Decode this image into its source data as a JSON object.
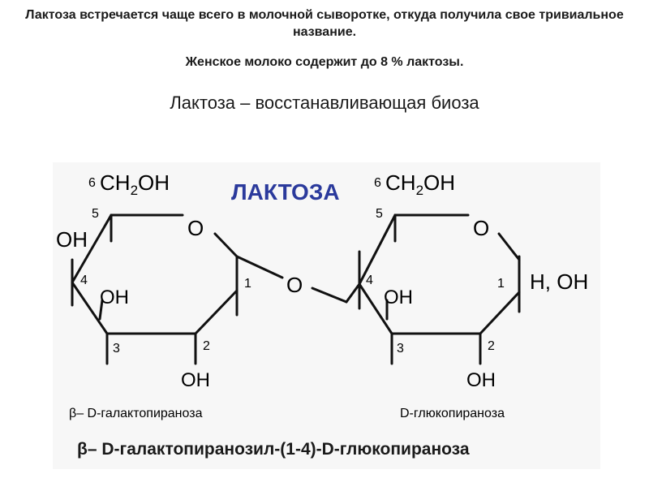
{
  "text": {
    "paragraph1": "Лактоза встречается чаще всего в молочной сыворотке, откуда получила свое тривиальное название.",
    "paragraph2": "Женское молоко содержит до 8 % лактозы.",
    "subtitle": "Лактоза – восстанавливающая биоза"
  },
  "diagram": {
    "title": "ЛАКТОЗА",
    "left_ring": {
      "ch2oh_prefix": "CH",
      "ch2oh_sub": "2",
      "ch2oh_suffix": "OH",
      "ring_o": "O",
      "oh_c4": "OH",
      "oh_c3": "OH",
      "oh_c2": "OH",
      "n1": "1",
      "n2": "2",
      "n3": "3",
      "n4": "4",
      "n5": "5",
      "n6": "6",
      "name": "β– D-галактопираноза"
    },
    "bridge_o": "O",
    "right_ring": {
      "ch2oh_prefix": "CH",
      "ch2oh_sub": "2",
      "ch2oh_suffix": "OH",
      "ring_o": "O",
      "oh_c3": "OH",
      "oh_c2": "OH",
      "c1_subst": "H, OH",
      "n1": "1",
      "n2": "2",
      "n3": "3",
      "n4": "4",
      "n5": "5",
      "n6": "6",
      "name": "D-глюкопираноза"
    },
    "full_name": "β– D-галактопиранозил-(1-4)-D-глюкопираноза",
    "colors": {
      "title": "#2b3a9c",
      "bonds": "#111111",
      "background": "#f7f7f7"
    }
  }
}
